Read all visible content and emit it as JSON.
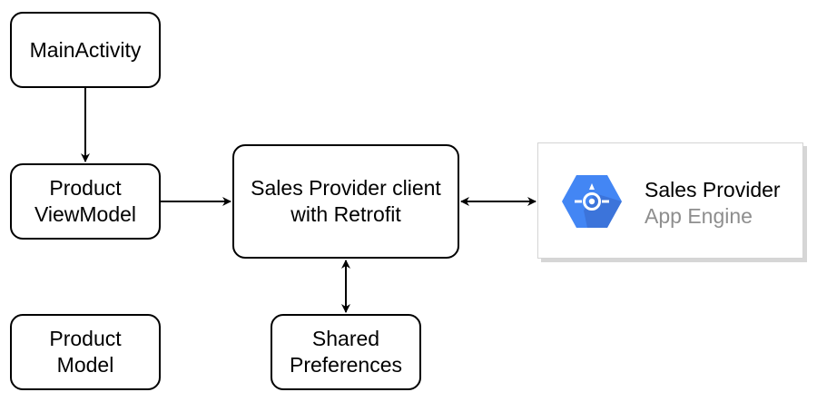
{
  "nodes": {
    "main_activity": "MainActivity",
    "product_view_model": "Product\nViewModel",
    "sales_provider_client": "Sales Provider client\nwith Retrofit",
    "product_model": "Product\nModel",
    "shared_preferences": "Shared\nPreferences",
    "app_engine": {
      "title": "Sales Provider",
      "subtitle": "App Engine",
      "icon": "google-app-engine-icon"
    }
  },
  "edges": [
    {
      "from": "main_activity",
      "to": "product_view_model",
      "direction": "forward"
    },
    {
      "from": "product_view_model",
      "to": "sales_provider_client",
      "direction": "forward"
    },
    {
      "from": "sales_provider_client",
      "to": "app_engine",
      "direction": "both"
    },
    {
      "from": "sales_provider_client",
      "to": "shared_preferences",
      "direction": "both"
    }
  ],
  "colors": {
    "line": "#000000",
    "app_engine_blue": "#4386f4",
    "app_engine_shadow": "#3666c5",
    "subtitle_gray": "#8e8e8e"
  }
}
